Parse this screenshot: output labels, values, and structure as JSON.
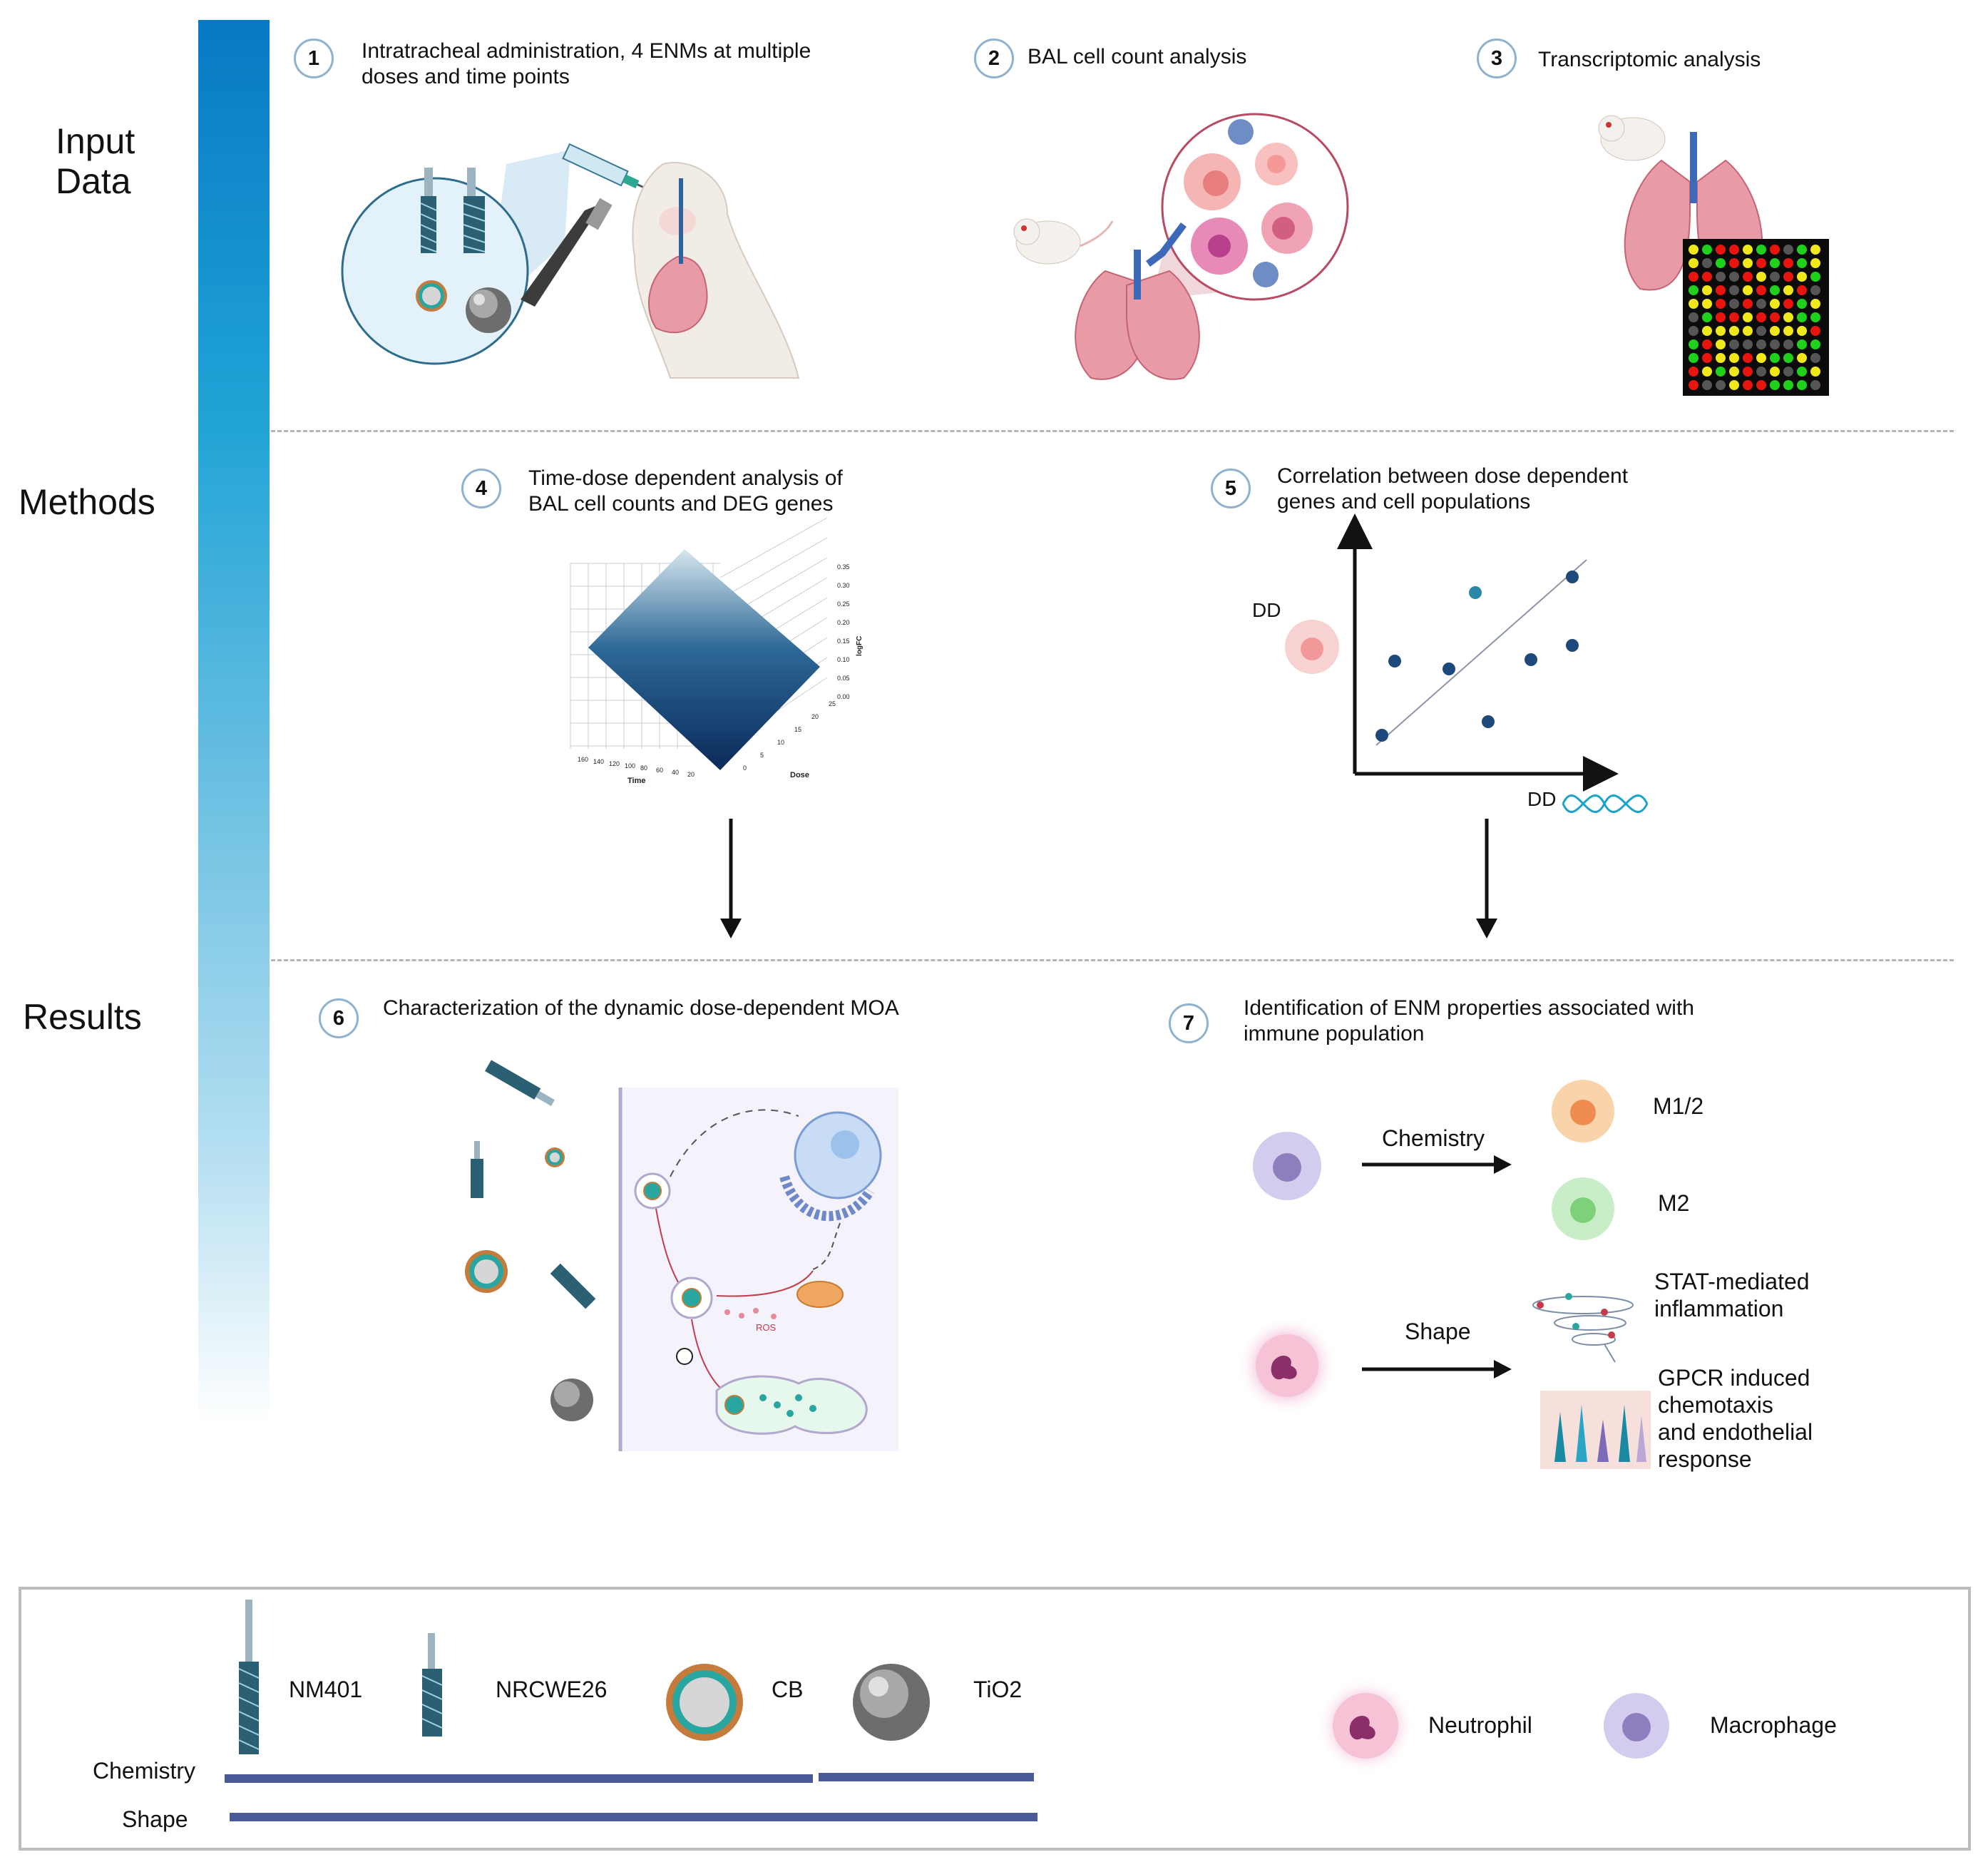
{
  "sections": {
    "input_line1": "Input",
    "input_line2": "Data",
    "methods": "Methods",
    "results": "Results"
  },
  "steps": [
    {
      "num": "1",
      "title": "Intratracheal administration, 4 ENMs at multiple\ndoses and time points"
    },
    {
      "num": "2",
      "title": "BAL cell count analysis"
    },
    {
      "num": "3",
      "title": "Transcriptomic analysis"
    },
    {
      "num": "4",
      "title": "Time-dose dependent analysis of\nBAL cell counts  and DEG genes"
    },
    {
      "num": "5",
      "title": "Correlation between dose dependent\ngenes and cell populations"
    },
    {
      "num": "6",
      "title": "Characterization of the dynamic dose-dependent MOA"
    },
    {
      "num": "7",
      "title": "Identification of ENM properties associated with\nimmune population"
    }
  ],
  "surface_plot": {
    "time_label": "Time",
    "dose_label": "Dose",
    "z_label": "logFC",
    "time_ticks": [
      "160",
      "140",
      "120",
      "100",
      "80",
      "60",
      "40",
      "20"
    ],
    "dose_ticks": [
      "0",
      "5",
      "10",
      "15",
      "20",
      "25"
    ],
    "z_ticks": [
      "0.00",
      "0.05",
      "0.10",
      "0.15",
      "0.20",
      "0.25",
      "0.30",
      "0.35"
    ]
  },
  "correlation_plot": {
    "y_label": "DD",
    "x_label": "DD"
  },
  "moa": {
    "ros_label": "ROS"
  },
  "results_flow": {
    "chemistry_label": "Chemistry",
    "shape_label": "Shape",
    "m12_label": "M1/2",
    "m2_label": "M2",
    "stat_label": "STAT-mediated\ninflammation",
    "gpcr_label": "GPCR induced\nchemotaxis\nand  endothelial\nresponse"
  },
  "legend": {
    "nm401": "NM401",
    "nrcwe26": "NRCWE26",
    "cb": "CB",
    "tio2": "TiO2",
    "neutrophil": "Neutrophil",
    "macrophage": "Macrophage",
    "chemistry": "Chemistry",
    "shape": "Shape"
  },
  "colors": {
    "sidebar_top": "#0879c4",
    "legend_bar": "#4a5a96",
    "dot_dark": "#1d4a7a",
    "dot_light": "#2a87a8",
    "arrow": "#111111"
  }
}
